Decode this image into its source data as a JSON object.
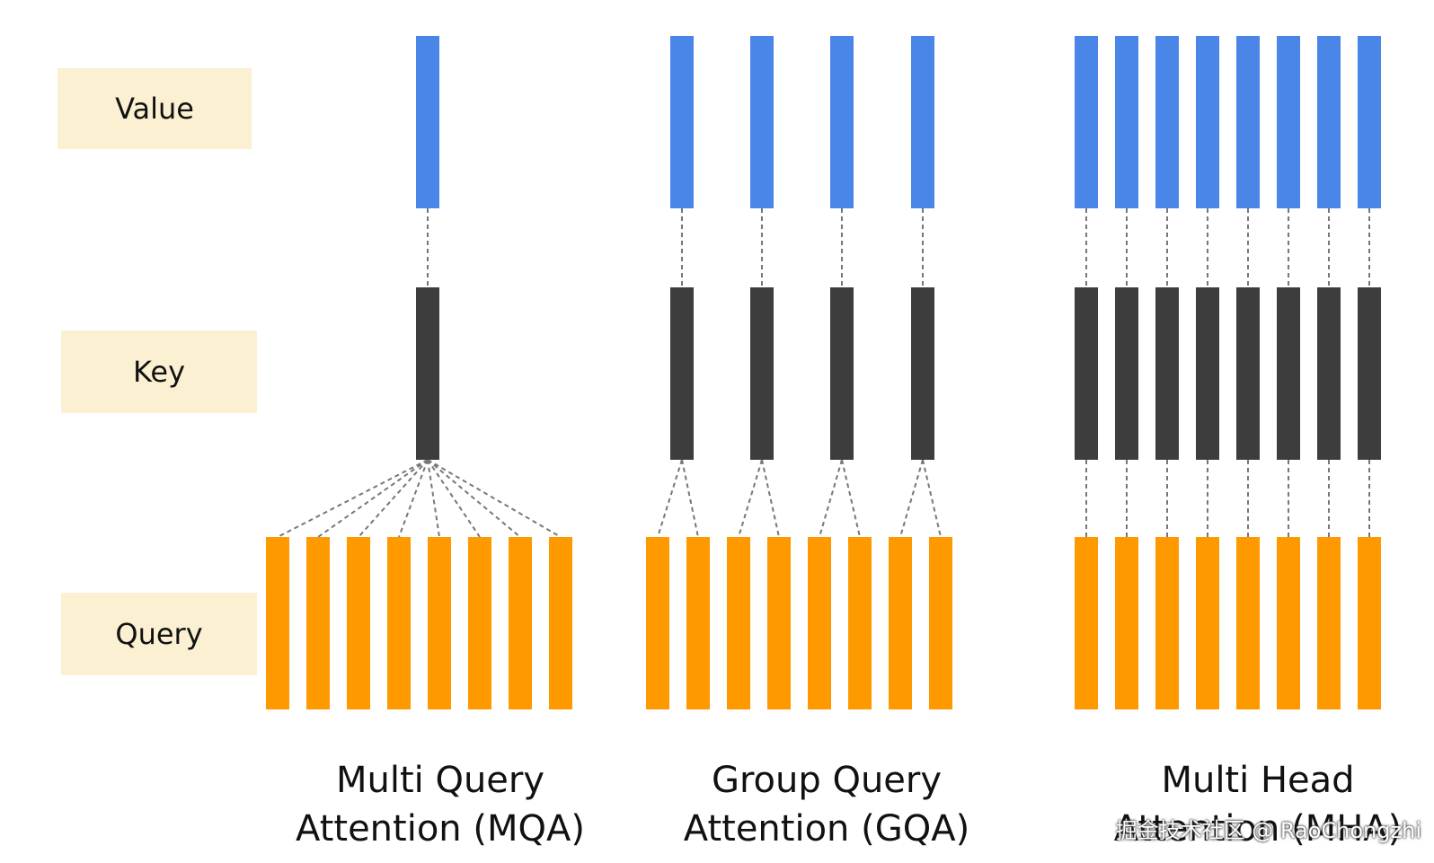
{
  "row_labels": {
    "value": "Value",
    "key": "Key",
    "query": "Query"
  },
  "panels": [
    {
      "id": "mqa",
      "title_line1": "Multi Query",
      "title_line2": "Attention (MQA)",
      "query_heads": 8,
      "key_value_heads": 1
    },
    {
      "id": "gqa",
      "title_line1": "Group Query",
      "title_line2": "Attention (GQA)",
      "query_heads": 8,
      "key_value_heads": 4
    },
    {
      "id": "mha",
      "title_line1": "Multi Head",
      "title_line2": "Attention (MHA)",
      "query_heads": 8,
      "key_value_heads": 8
    }
  ],
  "watermark": "掘金技术社区 @ RaoChongzhi",
  "colors": {
    "value_bar": "#4a86e8",
    "key_bar": "#3d3d3d",
    "query_bar": "#ff9900",
    "connector": "#777777",
    "label_background": "#fbf0d2"
  }
}
